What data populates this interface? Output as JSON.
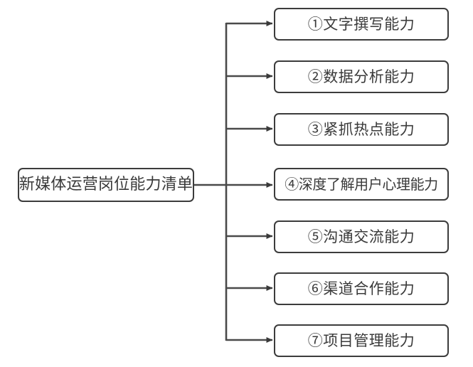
{
  "diagram": {
    "type": "tree-right-branching",
    "root": {
      "label": "新媒体运营岗位能力清单"
    },
    "leaves": [
      {
        "label": "①文字撰写能力"
      },
      {
        "label": "②数据分析能力"
      },
      {
        "label": "③紧抓热点能力"
      },
      {
        "label": "④深度了解用户心理能力"
      },
      {
        "label": "⑤沟通交流能力"
      },
      {
        "label": "⑥渠道合作能力"
      },
      {
        "label": "⑦项目管理能力"
      }
    ],
    "colors": {
      "background": "#ffffff",
      "border": "#3c3c3c",
      "text": "#3a3a3a",
      "connector": "#4a4a4a"
    }
  }
}
